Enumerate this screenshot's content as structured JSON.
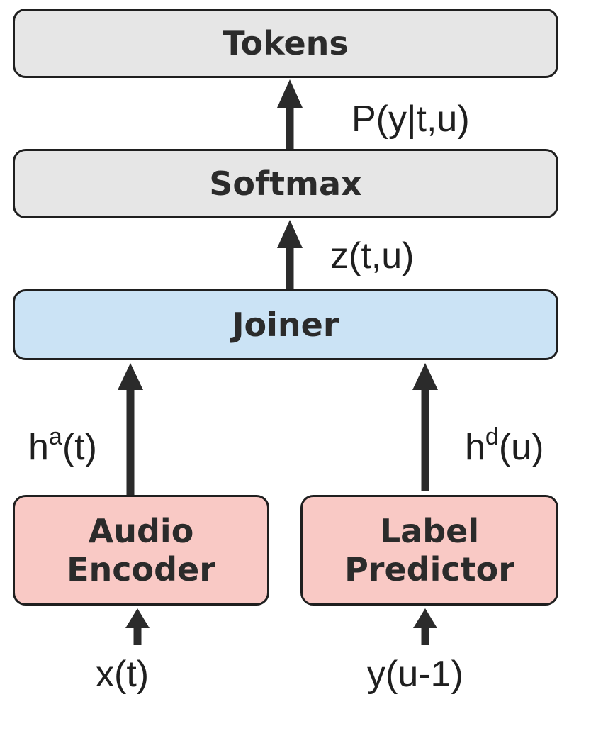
{
  "blocks": {
    "tokens": "Tokens",
    "softmax": "Softmax",
    "joiner": "Joiner",
    "audio_encoder": [
      "Audio",
      "Encoder"
    ],
    "label_predictor": [
      "Label",
      "Predictor"
    ]
  },
  "edge_labels": {
    "prob": "P(y|t,u)",
    "logit": "z(t,u)",
    "ha_base": "h",
    "ha_sup": "a",
    "ha_arg": "(t)",
    "hd_base": "h",
    "hd_sup": "d",
    "hd_arg": "(u)",
    "audio_input": "x(t)",
    "label_input": "y(u-1)"
  },
  "colors": {
    "output_boxes": "#e6e6e6",
    "joiner": "#cbe3f5",
    "encoders": "#f9c9c5",
    "arrows": "#2b2b2b"
  }
}
